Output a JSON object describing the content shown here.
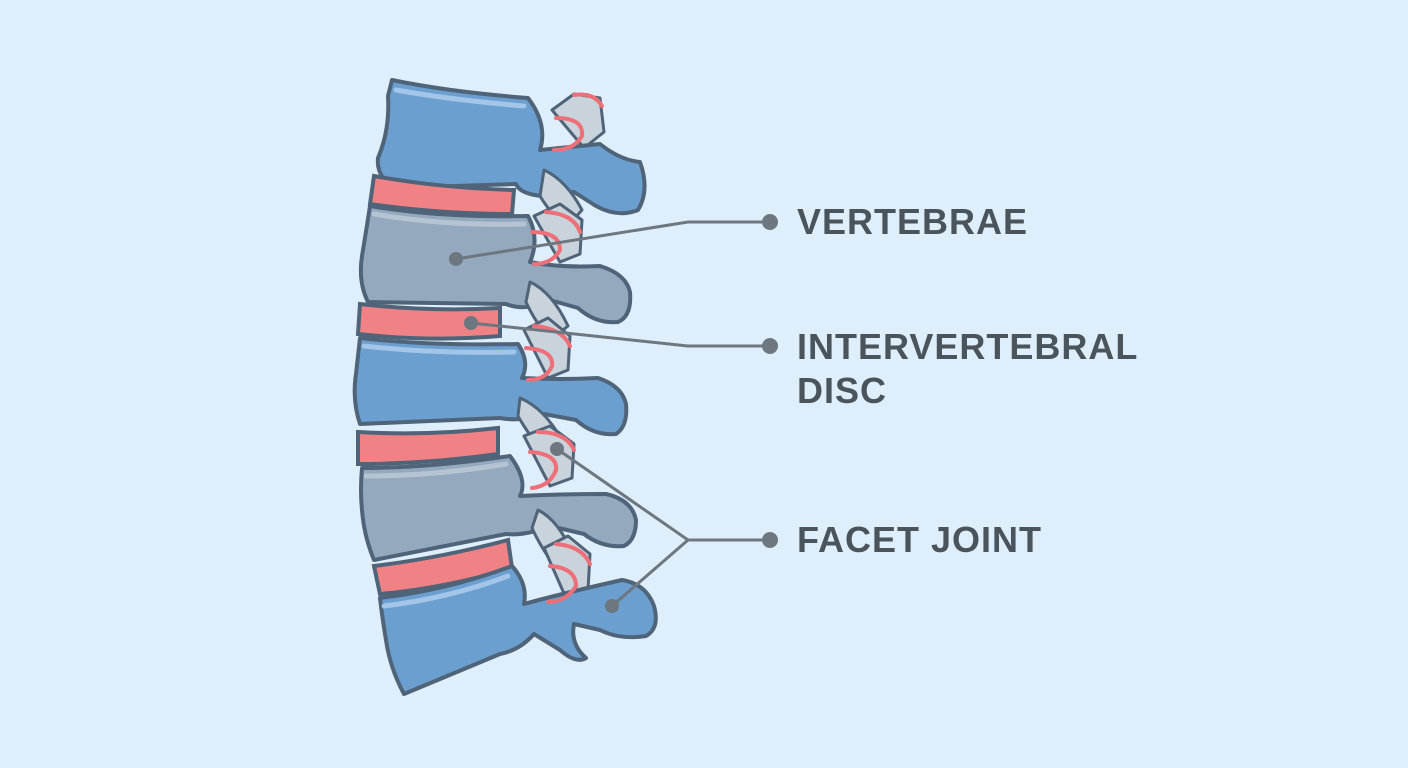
{
  "diagram": {
    "labels": {
      "vertebrae": "VERTEBRAE",
      "disc_line1": "INTERVERTEBRAL",
      "disc_line2": "DISC",
      "facet_joint": "FACET JOINT"
    }
  },
  "colors": {
    "background": "#deeefb",
    "vertebra_blue": "#6a9fd0",
    "vertebra_grey": "#94a9be",
    "disc": "#f08286",
    "facet_cartilage": "#ee6f78",
    "outline": "#4f6478",
    "leader_line": "#6d7780",
    "label_text": "#4a545c"
  }
}
